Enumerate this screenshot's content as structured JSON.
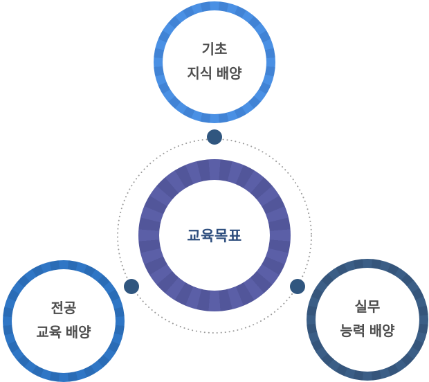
{
  "diagram": {
    "type": "radial-concept-diagram",
    "background": "#ffffff",
    "center": {
      "label": "교육목표",
      "label_color": "#2e4e7e",
      "ring_color": "#5b5fa7",
      "ring_facet_color": "#52569a"
    },
    "nodes": [
      {
        "id": "basic-knowledge",
        "position": "top",
        "lines": [
          "기초",
          "지식 배양"
        ],
        "ring_color": "#4a90e4",
        "ring_facet_color": "#4183d5"
      },
      {
        "id": "major-education",
        "position": "bottom-left",
        "lines": [
          "전공",
          "교육 배양"
        ],
        "ring_color": "#2f76c5",
        "ring_facet_color": "#2a6cb6"
      },
      {
        "id": "practical-ability",
        "position": "bottom-right",
        "lines": [
          "실무",
          "능력 배양"
        ],
        "ring_color": "#3b5e86",
        "ring_facet_color": "#35557b"
      }
    ],
    "node_label_color": "#4d4d4d",
    "orbit": {
      "dotted_circle_color": "#9b9b9b",
      "connector_dot_color": "#30567f"
    }
  }
}
